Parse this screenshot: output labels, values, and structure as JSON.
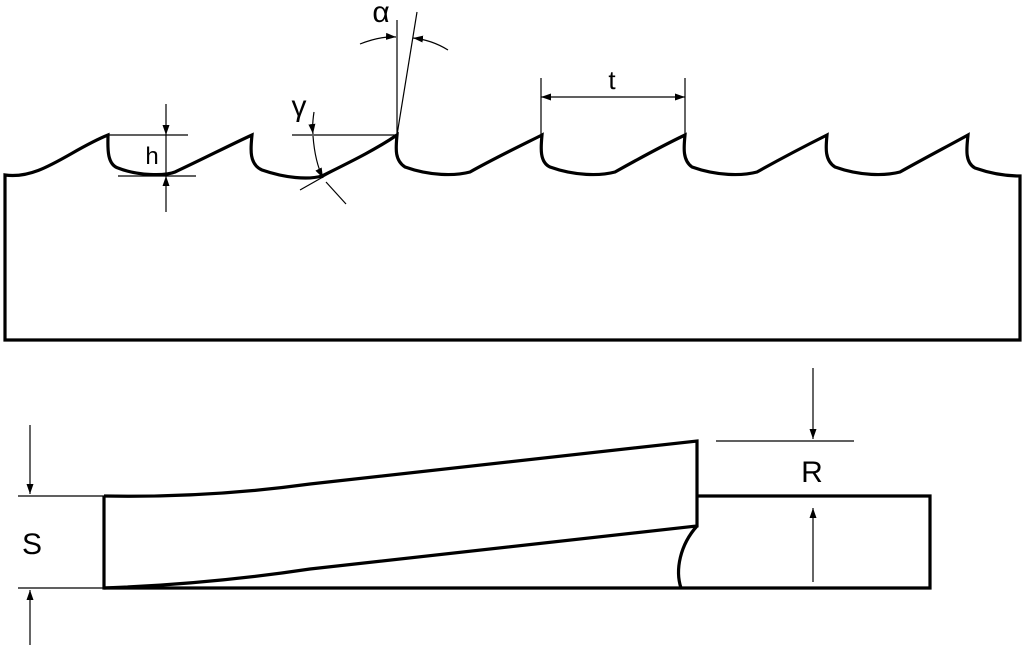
{
  "diagram": {
    "top_view": {
      "labels": {
        "tooth_height": "h",
        "pitch": "t",
        "relief_angle": "α",
        "rake_angle": "γ"
      },
      "tooth_count": 7
    },
    "side_view": {
      "labels": {
        "thickness": "S",
        "set": "R"
      }
    },
    "colors": {
      "stroke": "#000000",
      "background": "#ffffff"
    }
  }
}
